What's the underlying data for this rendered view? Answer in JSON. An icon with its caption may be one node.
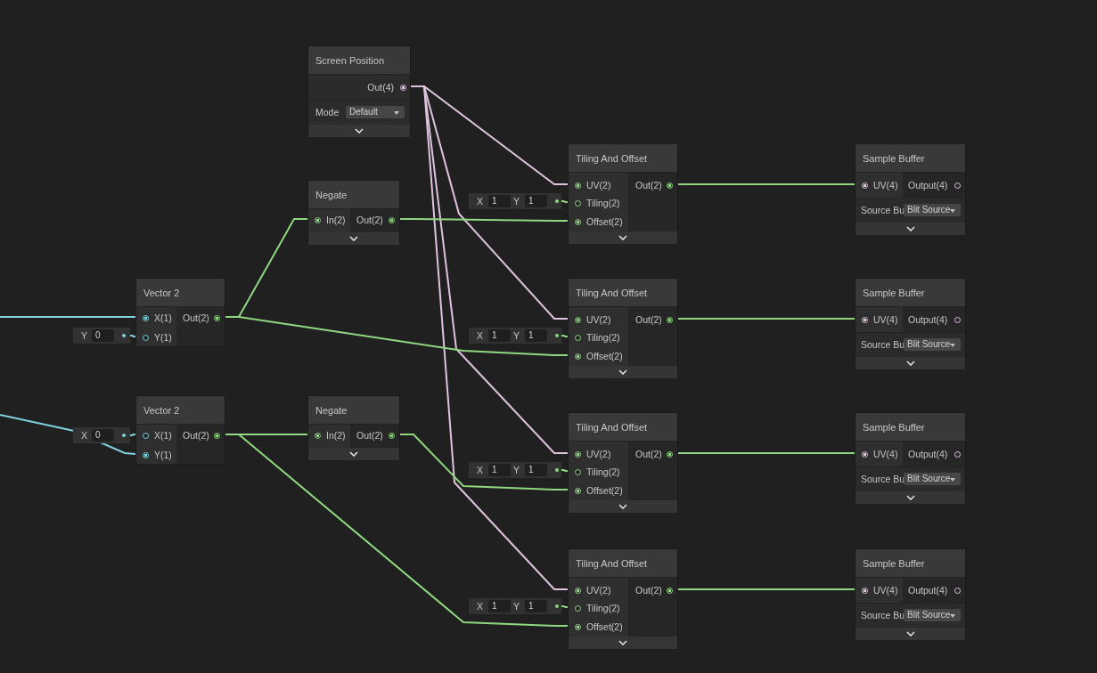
{
  "diagram": {
    "nodes": [
      {
        "text": [
          "Screen Position",
          "Out(4)",
          "Mode",
          "Default"
        ]
      },
      {
        "text": [
          "Tiling And Offset",
          "UV(2)",
          "Tiling(2)",
          "Offset(2)",
          "Out(2)"
        ]
      },
      {
        "text": [
          "Sample Buffer",
          "UV(4)",
          "Output(4)",
          "Source Bu",
          "Blit Source"
        ]
      },
      {
        "text": [
          "Negate",
          "In(2)",
          "Out(2)"
        ]
      },
      {
        "text": [
          "X",
          "1",
          "Y",
          "1"
        ]
      },
      {
        "text": [
          "Vector 2",
          "X(1)",
          "Y(1)",
          "Out(2)"
        ]
      },
      {
        "text": [
          "Tiling And Offset",
          "UV(2)",
          "Tiling(2)",
          "Offset(2)",
          "Out(2)"
        ]
      },
      {
        "text": [
          "Sample Buffer",
          "UV(4)",
          "Output(4)",
          "Source Bu",
          "Blit Source"
        ]
      },
      {
        "text": [
          "Y",
          "0"
        ]
      },
      {
        "text": [
          "X",
          "1",
          "Y",
          "1"
        ]
      },
      {
        "text": [
          "Vector 2",
          "X(1)",
          "Y(1)",
          "Out(2)"
        ]
      },
      {
        "text": [
          "Negate",
          "In(2)",
          "Out(2)"
        ]
      },
      {
        "text": [
          "X",
          "0"
        ]
      },
      {
        "text": [
          "Tiling And Offset",
          "UV(2)",
          "Tiling(2)",
          "Offset(2)",
          "Out(2)"
        ]
      },
      {
        "text": [
          "Sample Buffer",
          "UV(4)",
          "Output(4)",
          "Source Bu",
          "Blit Source"
        ]
      },
      {
        "text": [
          "X",
          "1",
          "Y",
          "1"
        ]
      },
      {
        "text": [
          "Tiling And Offset",
          "UV(2)",
          "Tiling(2)",
          "Offset(2)",
          "Out(2)"
        ]
      },
      {
        "text": [
          "Sample Buffer",
          "UV(4)",
          "Output(4)",
          "Source Bu",
          "Blit Source"
        ]
      },
      {
        "text": [
          "X",
          "1",
          "Y",
          "1"
        ]
      }
    ],
    "edges": [
      {
        "from": 0,
        "to": 1,
        "arrow": "none",
        "color": "#dfc3df"
      },
      {
        "from": 0,
        "to": 6,
        "arrow": "none",
        "color": "#dfc3df"
      },
      {
        "from": 0,
        "to": 13,
        "arrow": "none",
        "color": "#dfc3df"
      },
      {
        "from": 0,
        "to": 16,
        "arrow": "none",
        "color": "#dfc3df"
      },
      {
        "from": 1,
        "to": 2,
        "arrow": "none"
      },
      {
        "from": 6,
        "to": 7,
        "arrow": "none"
      },
      {
        "from": 13,
        "to": 14,
        "arrow": "none"
      },
      {
        "from": 16,
        "to": 17,
        "arrow": "none"
      },
      {
        "from": 4,
        "to": 1,
        "arrow": "none"
      },
      {
        "from": 9,
        "to": 6,
        "arrow": "none"
      },
      {
        "from": 15,
        "to": 13,
        "arrow": "none"
      },
      {
        "from": 18,
        "to": 16,
        "arrow": "none"
      },
      {
        "from": 5,
        "to": 3,
        "arrow": "none"
      },
      {
        "from": 3,
        "to": 1,
        "arrow": "none"
      },
      {
        "from": 5,
        "to": 6,
        "arrow": "none"
      },
      {
        "from": 10,
        "to": 11,
        "arrow": "none"
      },
      {
        "from": 11,
        "to": 13,
        "arrow": "none"
      },
      {
        "from": 10,
        "to": 16,
        "arrow": "none"
      },
      {
        "from": 8,
        "to": 5,
        "arrow": "none",
        "color": "#7fd3df"
      },
      {
        "from": 12,
        "to": 10,
        "arrow": "none",
        "color": "#7fd3df"
      },
      {
        "from": null,
        "to": 5,
        "arrow": "none",
        "color": "#7fd3df"
      },
      {
        "from": null,
        "to": 10,
        "arrow": "none",
        "color": "#7fd3df"
      }
    ]
  }
}
